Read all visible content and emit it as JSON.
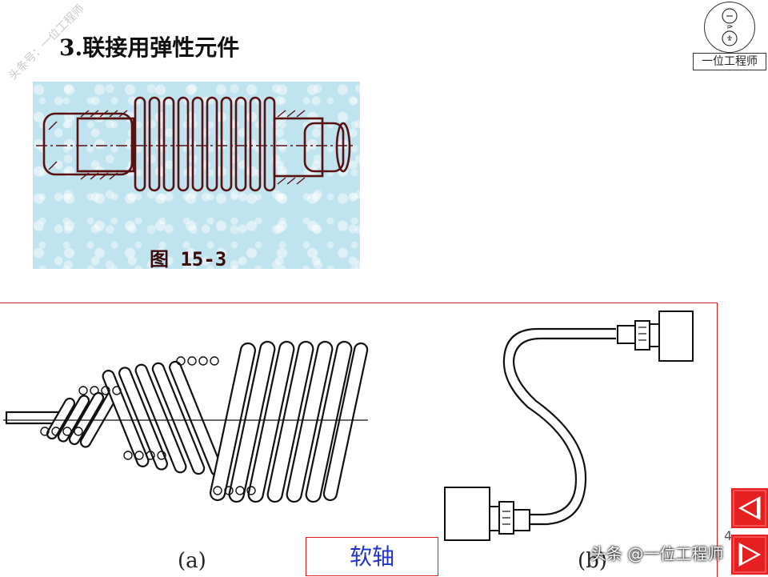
{
  "slide": {
    "title": "3.联接用弹性元件",
    "watermark_diagonal": "头条号：一位工程师",
    "watermark_bottom": "头条 @一位工程师",
    "page_number": "4"
  },
  "logo": {
    "label": "一位工程师"
  },
  "figure_top": {
    "caption": "图 15-3"
  },
  "figure_bottom": {
    "label_a": "(a)",
    "label_b": "(b)",
    "caption": "软轴"
  },
  "navigation": {
    "prev_icon": "triangle-left-icon",
    "next_icon": "triangle-right-icon"
  },
  "colors": {
    "accent": "#e62020",
    "caption_text": "#2233cc"
  }
}
